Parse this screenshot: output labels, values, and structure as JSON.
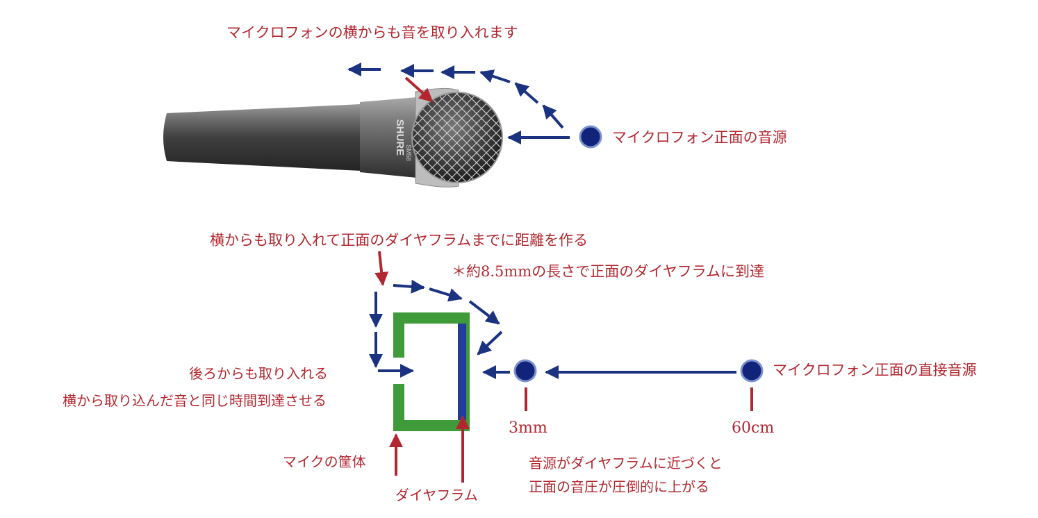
{
  "labels": {
    "side_pickup": "マイクロフォンの横からも音を取り入れます",
    "front_source": "マイクロフォン正面の音源",
    "side_distance": "横からも取り入れて正面のダイヤフラムまでに距離を作る",
    "note_distance": "＊約8.5mmの長さで正面のダイヤフラムに到達",
    "rear_intake": "後ろからも取り入れる",
    "rear_intake_2": "横から取り込んだ音と同じ時間到達させる",
    "direct_source": "マイクロフォン正面の直接音源",
    "dist_near": "3mm",
    "dist_far": "60cm",
    "housing": "マイクの筐体",
    "diaphragm": "ダイヤフラム",
    "proximity_1": "音源がダイヤフラムに近づくと",
    "proximity_2": "正面の音圧が圧倒的に上がる"
  },
  "mic_brand": "SHURE",
  "mic_model": "SM58",
  "colors": {
    "label_red": "#b2272f",
    "arrow_blue": "#1b3280",
    "source_dot": "#12237a",
    "source_ring": "#7d93cf",
    "housing_green": "#3f9a3a",
    "diaphragm_blue": "#233c9a"
  }
}
